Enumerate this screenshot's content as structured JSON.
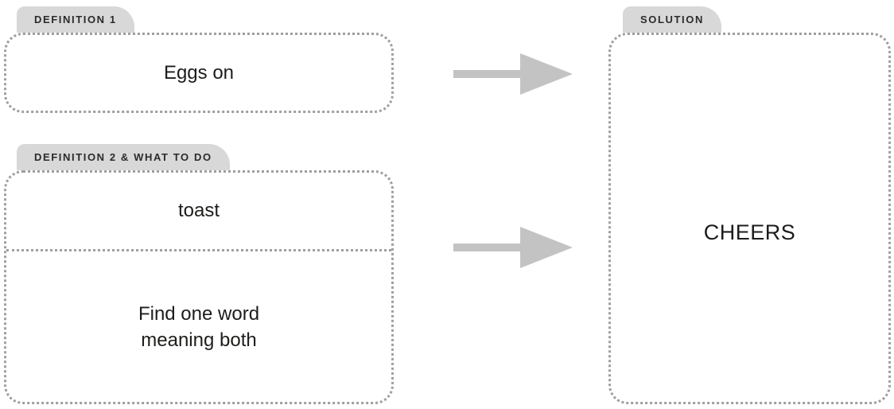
{
  "diagram": {
    "definition1": {
      "tab_label": "DEFINITION 1",
      "content": "Eggs on"
    },
    "definition2": {
      "tab_label": "DEFINITION 2 & WHAT TO DO",
      "content_top": "toast",
      "instruction_line1": "Find one word",
      "instruction_line2": "meaning both"
    },
    "solution": {
      "tab_label": "SOLUTION",
      "content": "CHEERS"
    },
    "colors": {
      "tab_background": "#d8d8d8",
      "dotted_border": "#9f9f9f",
      "arrow": "#c3c3c3",
      "text": "#1d1d1b"
    }
  }
}
